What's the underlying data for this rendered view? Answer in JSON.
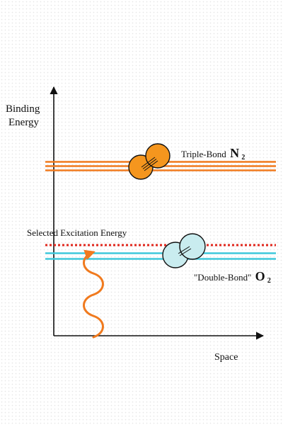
{
  "labels": {
    "y_axis_line1": "Binding",
    "y_axis_line2": "Energy",
    "x_axis": "Space",
    "n2_prefix": "Triple-Bond",
    "n2_symbol": "N",
    "n2_subscript": "2",
    "o2_prefix": "\"Double-Bond\"",
    "o2_symbol": "O",
    "o2_subscript": "2",
    "excitation": "Selected Excitation Energy"
  },
  "colors": {
    "n2_line": "#f07a1e",
    "n2_molecule": "#f5961e",
    "o2_line": "#3fc8dc",
    "o2_molecule": "#c9ecef",
    "excitation_line": "#e0281e",
    "photon_wave": "#f07a1e",
    "axis": "#111111"
  },
  "icons": {
    "n2_molecule": "diatomic-molecule-triple-bond",
    "o2_molecule": "diatomic-molecule-double-bond",
    "photon": "wavy-arrow-up"
  }
}
